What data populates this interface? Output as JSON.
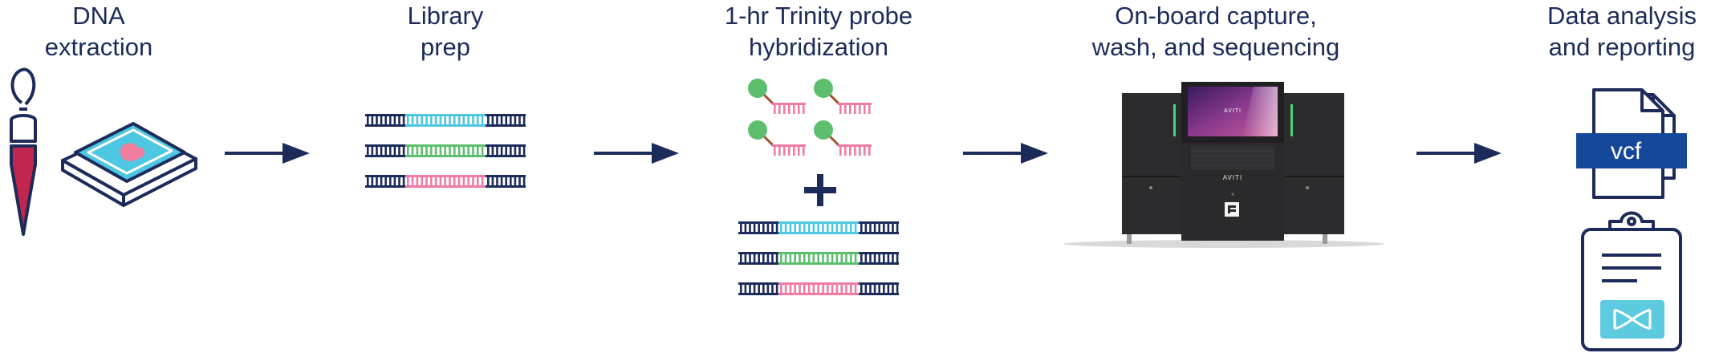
{
  "steps": [
    {
      "line1": "DNA",
      "line2": "extraction"
    },
    {
      "line1": "Library",
      "line2": "prep"
    },
    {
      "line1": "1-hr Trinity probe",
      "line2": "hybridization"
    },
    {
      "line1": "On-board capture,",
      "line2": "wash, and sequencing"
    },
    {
      "line1": "Data analysis",
      "line2": "and reporting"
    }
  ],
  "instrument": {
    "screen_logo": "AVITI",
    "front_label": "AVITI"
  },
  "file_label": "vcf",
  "plus_sign": "+",
  "colors": {
    "navy": "#1c2b5a",
    "tube_red": "#c0264e",
    "chip_blue": "#4ec7e3",
    "tissue_pink": "#f07c9e",
    "segment_cyan": "#4ec7e3",
    "segment_green": "#5dbf6e",
    "segment_pink": "#f07ca6",
    "probe_green": "#5dbf6e",
    "probe_pink": "#f07ca6",
    "probe_link": "#a0522d",
    "clipboard_badge": "#5ccbdf"
  },
  "icons": [
    "tube-icon",
    "tissue-chip-icon",
    "dna-library-icon",
    "probe-icon",
    "sequencer-icon",
    "vcf-file-icon",
    "clipboard-report-icon"
  ]
}
